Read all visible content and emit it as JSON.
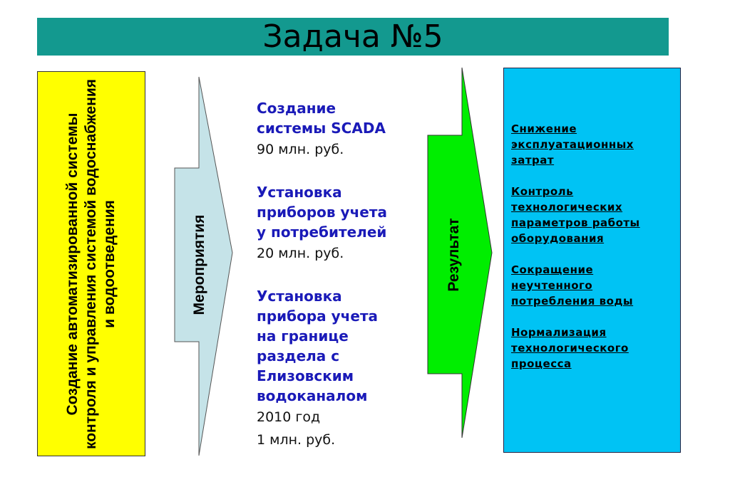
{
  "title": "Задача №5",
  "goal": "Создание автоматизированной системы контроля и управления системой водоснабжения и водоотведения",
  "arrow_measures": "Мероприятия",
  "arrow_result": "Результат",
  "measures": [
    {
      "title": "Создание\nсистемы SCADA",
      "value": "90 млн. руб."
    },
    {
      "title": "Установка\nприборов учета\nу потребителей",
      "value": "20 млн. руб."
    },
    {
      "title": "Установка\nприбора учета\nна границе\nраздела с\nЕлизовским\nводоканалом",
      "value": "2010  год\n1 млн. руб."
    }
  ],
  "results": [
    "Снижение\nэксплуатационных\nзатрат",
    "Контроль\nтехнологических\nпараметров работы\nоборудования",
    "Сокращение\nнеучтенного\nпотребления воды",
    "Нормализация\nтехнологического\nпроцесса"
  ],
  "colors": {
    "title_bar": "#13998f",
    "goal": "#ffff00",
    "measures_arrow": "#c5e3e8",
    "result_arrow": "#00ee00",
    "results_box": "#00c3f4",
    "measure_title": "#1a1ab8"
  }
}
